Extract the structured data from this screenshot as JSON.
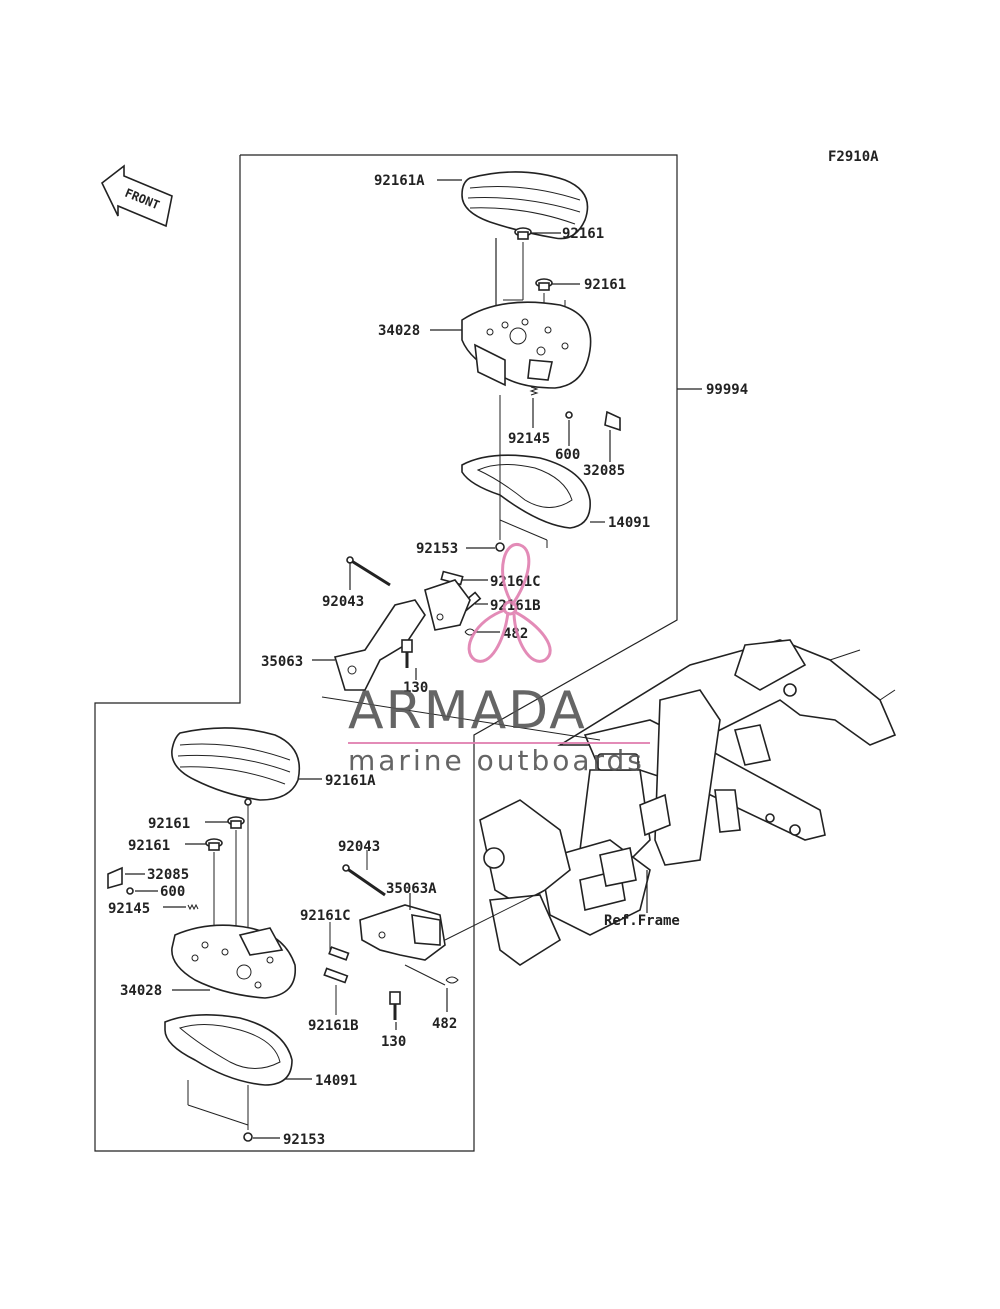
{
  "figure_code": "F2910A",
  "front_label": "FRONT",
  "assembly_number": "99994",
  "ref_frame_label": "Ref.Frame",
  "watermark": {
    "brand": "ARMADA",
    "tagline": "marine outboards",
    "brand_color": "#555555",
    "accent_color": "#e07fb0"
  },
  "upper_group": {
    "labels": {
      "pad_top": "92161A",
      "damper_a": "92161",
      "damper_b": "92161",
      "plate": "34028",
      "spring": "92145",
      "ball": "600",
      "bracket": "32085",
      "cover": "14091",
      "bolt": "92153",
      "pin": "92043",
      "damper_c": "92161C",
      "damper_d": "92161B",
      "clip": "482",
      "stay": "35063",
      "screw": "130"
    }
  },
  "lower_group": {
    "labels": {
      "pad_top": "92161A",
      "damper_a": "92161",
      "damper_b": "92161",
      "bracket": "32085",
      "ball": "600",
      "spring": "92145",
      "plate": "34028",
      "cover": "14091",
      "bolt": "92153",
      "pin": "92043",
      "stay": "35063A",
      "damper_c": "92161C",
      "damper_d": "92161B",
      "screw": "130",
      "clip": "482"
    }
  }
}
